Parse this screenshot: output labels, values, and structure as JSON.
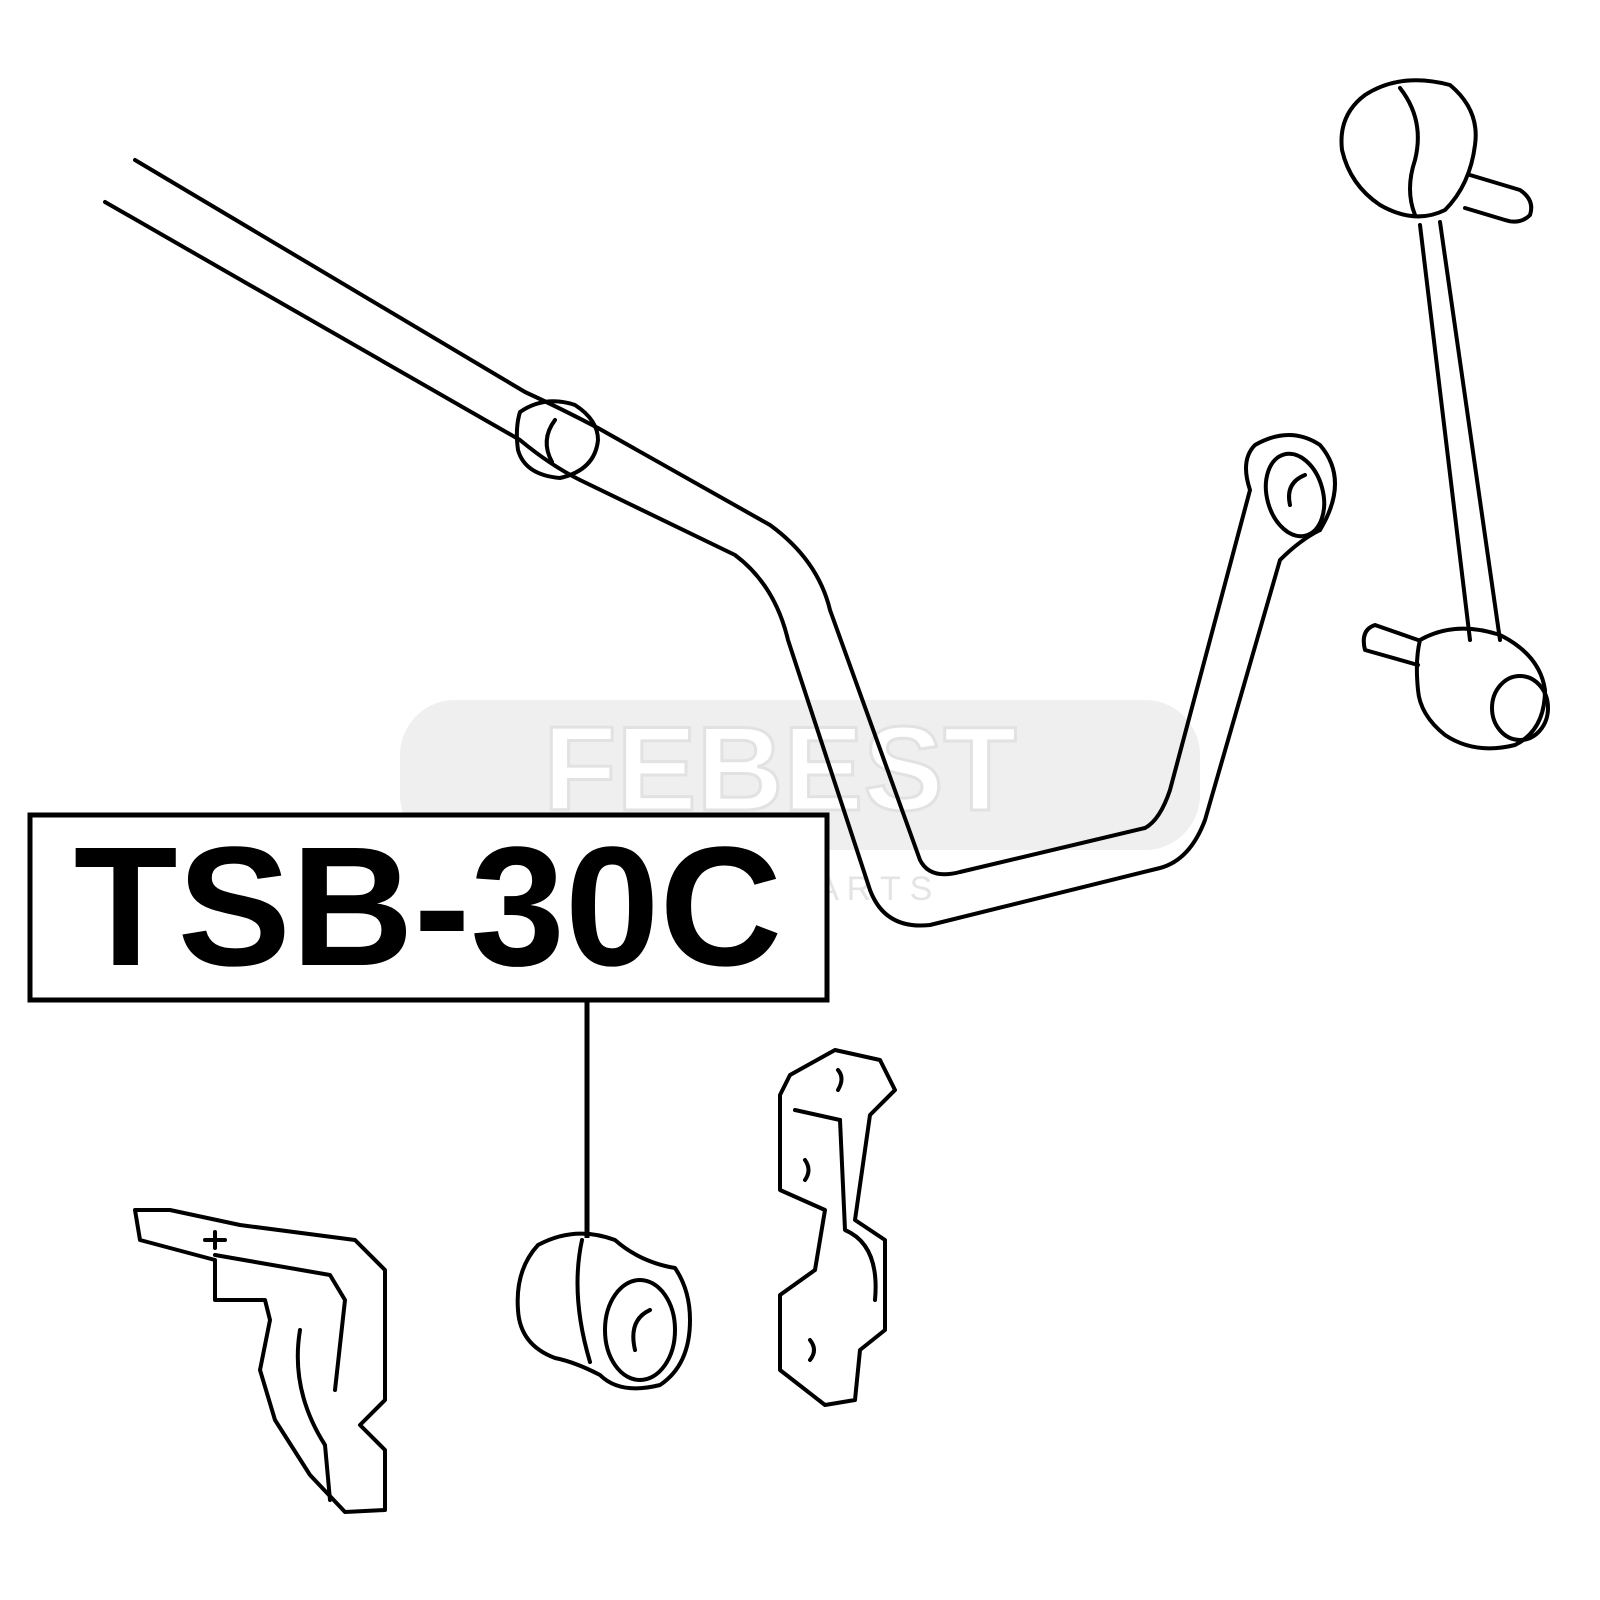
{
  "watermark": {
    "brand": "FEBEST",
    "subtitle": "A U T O P A R T S"
  },
  "part_label": {
    "text": "TSB-30C"
  },
  "colors": {
    "ink": "#000000",
    "watermark": "#dddddd",
    "background": "#ffffff"
  },
  "parts": [
    {
      "name": "stabilizer-bar",
      "role": "anti-roll bar"
    },
    {
      "name": "stabilizer-link",
      "role": "end link"
    },
    {
      "name": "bar-bushing",
      "role": "bushing (TSB-30C)"
    },
    {
      "name": "bushing-clamp",
      "role": "clamp bracket"
    },
    {
      "name": "mount-bracket",
      "role": "mounting bracket"
    }
  ]
}
